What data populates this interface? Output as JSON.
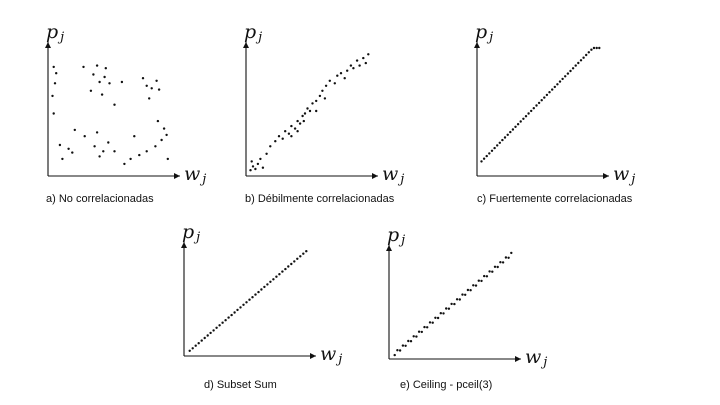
{
  "chart_data": [
    {
      "type": "scatter",
      "caption": "a) No correlacionadas",
      "xlabel": "w",
      "xlabel_sub": "j",
      "ylabel": "p",
      "ylabel_sub": "j",
      "xlim": [
        0,
        1
      ],
      "ylim": [
        0,
        1
      ],
      "points": [
        [
          0.03,
          0.85
        ],
        [
          0.05,
          0.8
        ],
        [
          0.04,
          0.72
        ],
        [
          0.02,
          0.62
        ],
        [
          0.03,
          0.48
        ],
        [
          0.27,
          0.85
        ],
        [
          0.38,
          0.86
        ],
        [
          0.45,
          0.84
        ],
        [
          0.35,
          0.79
        ],
        [
          0.44,
          0.77
        ],
        [
          0.4,
          0.73
        ],
        [
          0.48,
          0.72
        ],
        [
          0.33,
          0.66
        ],
        [
          0.42,
          0.63
        ],
        [
          0.58,
          0.73
        ],
        [
          0.75,
          0.76
        ],
        [
          0.78,
          0.7
        ],
        [
          0.82,
          0.68
        ],
        [
          0.86,
          0.74
        ],
        [
          0.88,
          0.67
        ],
        [
          0.8,
          0.6
        ],
        [
          0.52,
          0.55
        ],
        [
          0.87,
          0.42
        ],
        [
          0.92,
          0.36
        ],
        [
          0.94,
          0.31
        ],
        [
          0.9,
          0.27
        ],
        [
          0.85,
          0.22
        ],
        [
          0.78,
          0.18
        ],
        [
          0.72,
          0.15
        ],
        [
          0.65,
          0.12
        ],
        [
          0.6,
          0.08
        ],
        [
          0.52,
          0.18
        ],
        [
          0.47,
          0.25
        ],
        [
          0.43,
          0.18
        ],
        [
          0.4,
          0.14
        ],
        [
          0.38,
          0.33
        ],
        [
          0.36,
          0.22
        ],
        [
          0.28,
          0.3
        ],
        [
          0.2,
          0.35
        ],
        [
          0.15,
          0.2
        ],
        [
          0.18,
          0.17
        ],
        [
          0.08,
          0.23
        ],
        [
          0.1,
          0.12
        ],
        [
          0.95,
          0.12
        ],
        [
          0.68,
          0.3
        ]
      ]
    },
    {
      "type": "scatter",
      "caption": "b) Débilmente correlacionadas",
      "xlabel": "w",
      "xlabel_sub": "j",
      "ylabel": "p",
      "ylabel_sub": "j",
      "xlim": [
        0,
        1
      ],
      "ylim": [
        0,
        1
      ],
      "points": [
        [
          0.02,
          0.03
        ],
        [
          0.04,
          0.06
        ],
        [
          0.03,
          0.1
        ],
        [
          0.06,
          0.04
        ],
        [
          0.08,
          0.08
        ],
        [
          0.1,
          0.12
        ],
        [
          0.12,
          0.05
        ],
        [
          0.15,
          0.16
        ],
        [
          0.18,
          0.22
        ],
        [
          0.22,
          0.26
        ],
        [
          0.25,
          0.3
        ],
        [
          0.28,
          0.28
        ],
        [
          0.3,
          0.34
        ],
        [
          0.33,
          0.32
        ],
        [
          0.35,
          0.38
        ],
        [
          0.38,
          0.36
        ],
        [
          0.4,
          0.42
        ],
        [
          0.42,
          0.4
        ],
        [
          0.44,
          0.46
        ],
        [
          0.46,
          0.48
        ],
        [
          0.48,
          0.52
        ],
        [
          0.5,
          0.5
        ],
        [
          0.52,
          0.56
        ],
        [
          0.55,
          0.58
        ],
        [
          0.58,
          0.62
        ],
        [
          0.6,
          0.66
        ],
        [
          0.63,
          0.7
        ],
        [
          0.66,
          0.74
        ],
        [
          0.7,
          0.72
        ],
        [
          0.72,
          0.78
        ],
        [
          0.75,
          0.8
        ],
        [
          0.78,
          0.76
        ],
        [
          0.8,
          0.82
        ],
        [
          0.83,
          0.86
        ],
        [
          0.85,
          0.84
        ],
        [
          0.88,
          0.9
        ],
        [
          0.9,
          0.86
        ],
        [
          0.93,
          0.92
        ],
        [
          0.95,
          0.88
        ],
        [
          0.97,
          0.95
        ],
        [
          0.35,
          0.3
        ],
        [
          0.45,
          0.42
        ],
        [
          0.62,
          0.6
        ],
        [
          0.4,
          0.34
        ],
        [
          0.55,
          0.5
        ]
      ]
    },
    {
      "type": "scatter",
      "caption": "c) Fuertemente correlacionadas",
      "xlabel": "w",
      "xlabel_sub": "j",
      "ylabel": "p",
      "ylabel_sub": "j",
      "xlim": [
        0,
        1
      ],
      "ylim": [
        0,
        1
      ],
      "line": {
        "x0": 0.02,
        "x1": 0.97,
        "intercept": 0.08,
        "slope": 1.0,
        "n": 46
      }
    },
    {
      "type": "scatter",
      "caption": "d) Subset Sum",
      "xlabel": "w",
      "xlabel_sub": "j",
      "ylabel": "p",
      "ylabel_sub": "j",
      "xlim": [
        0,
        1
      ],
      "ylim": [
        0,
        1
      ],
      "line": {
        "x0": 0.03,
        "x1": 0.97,
        "intercept": 0.0,
        "slope": 1.0,
        "n": 40
      }
    },
    {
      "type": "scatter",
      "caption": "e) Ceiling - pceil(3)",
      "xlabel": "w",
      "xlabel_sub": "j",
      "ylabel": "p",
      "ylabel_sub": "j",
      "xlim": [
        0,
        1
      ],
      "ylim": [
        0,
        1
      ],
      "line": {
        "x0": 0.03,
        "x1": 0.97,
        "intercept": 0.0,
        "slope": 1.0,
        "n": 44,
        "steps": true
      }
    }
  ]
}
